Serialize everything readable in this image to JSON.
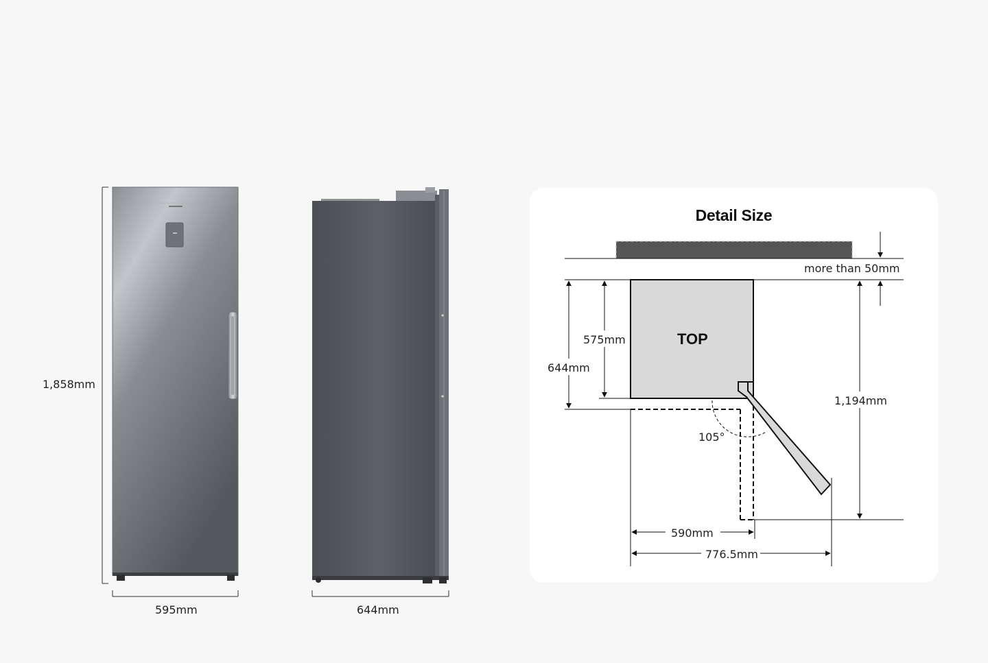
{
  "front_view": {
    "height_label": "1,858mm",
    "width_label": "595mm"
  },
  "side_view": {
    "depth_label": "644mm"
  },
  "detail": {
    "title": "Detail Size",
    "top_label": "TOP",
    "clearance_label": "more than 50mm",
    "depth_body_label": "575mm",
    "depth_total_label": "644mm",
    "door_open_depth_label": "1,194mm",
    "angle_label": "105°",
    "width_label": "590mm",
    "door_open_width_label": "776.5mm"
  },
  "colors": {
    "background": "#f7f7f7",
    "card": "#ffffff",
    "steel_light": "#b9bcc0",
    "steel_dark": "#4e5156",
    "top_fill": "#d9d9d9",
    "wall_fill": "#555555"
  }
}
